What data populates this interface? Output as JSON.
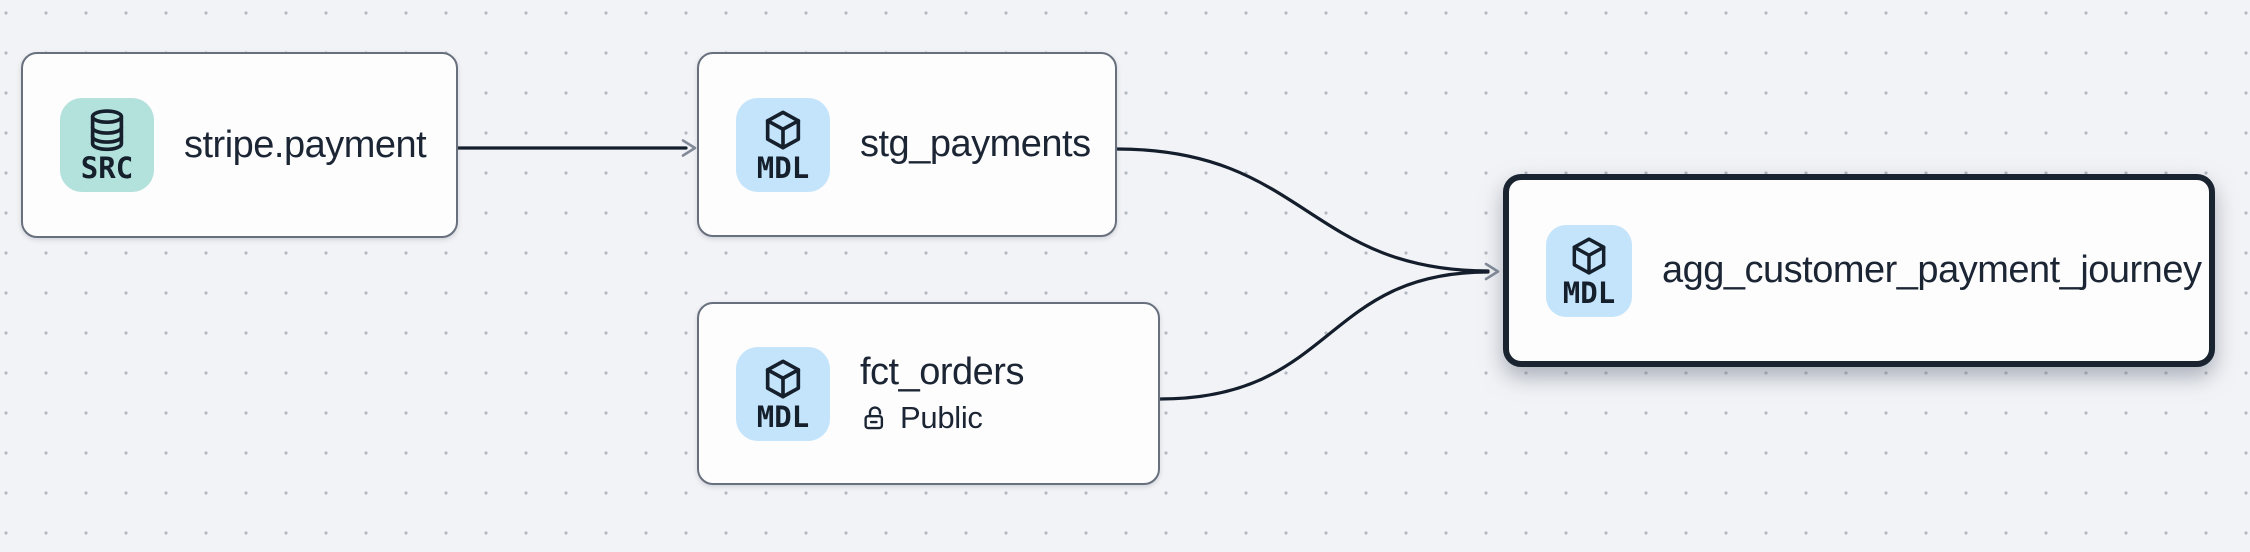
{
  "canvas": {
    "background_color": "#f2f3f6",
    "dot_color": "#b5b9c2"
  },
  "colors": {
    "node_border": "#68707e",
    "selected_node_border": "#1a2330",
    "edge": "#141d2b",
    "arrowhead": "#828a98",
    "text": "#1b2534",
    "src_badge_bg": "#b3e1dc",
    "mdl_badge_bg": "#c3e4fa"
  },
  "nodes": [
    {
      "label": "stripe.payment",
      "badge": "SRC",
      "icon": "database-icon",
      "selected": false
    },
    {
      "label": "stg_payments",
      "badge": "MDL",
      "icon": "cube-icon",
      "selected": false
    },
    {
      "label": "fct_orders",
      "badge": "MDL",
      "icon": "cube-icon",
      "visibility": "Public",
      "visibility_icon": "unlock-icon",
      "selected": false
    },
    {
      "label": "agg_customer_payment_journey",
      "badge": "MDL",
      "icon": "cube-icon",
      "selected": true
    }
  ],
  "edges": [
    {
      "from": "stripe.payment",
      "to": "stg_payments"
    },
    {
      "from": "stg_payments",
      "to": "agg_customer_payment_journey"
    },
    {
      "from": "fct_orders",
      "to": "agg_customer_payment_journey"
    }
  ]
}
